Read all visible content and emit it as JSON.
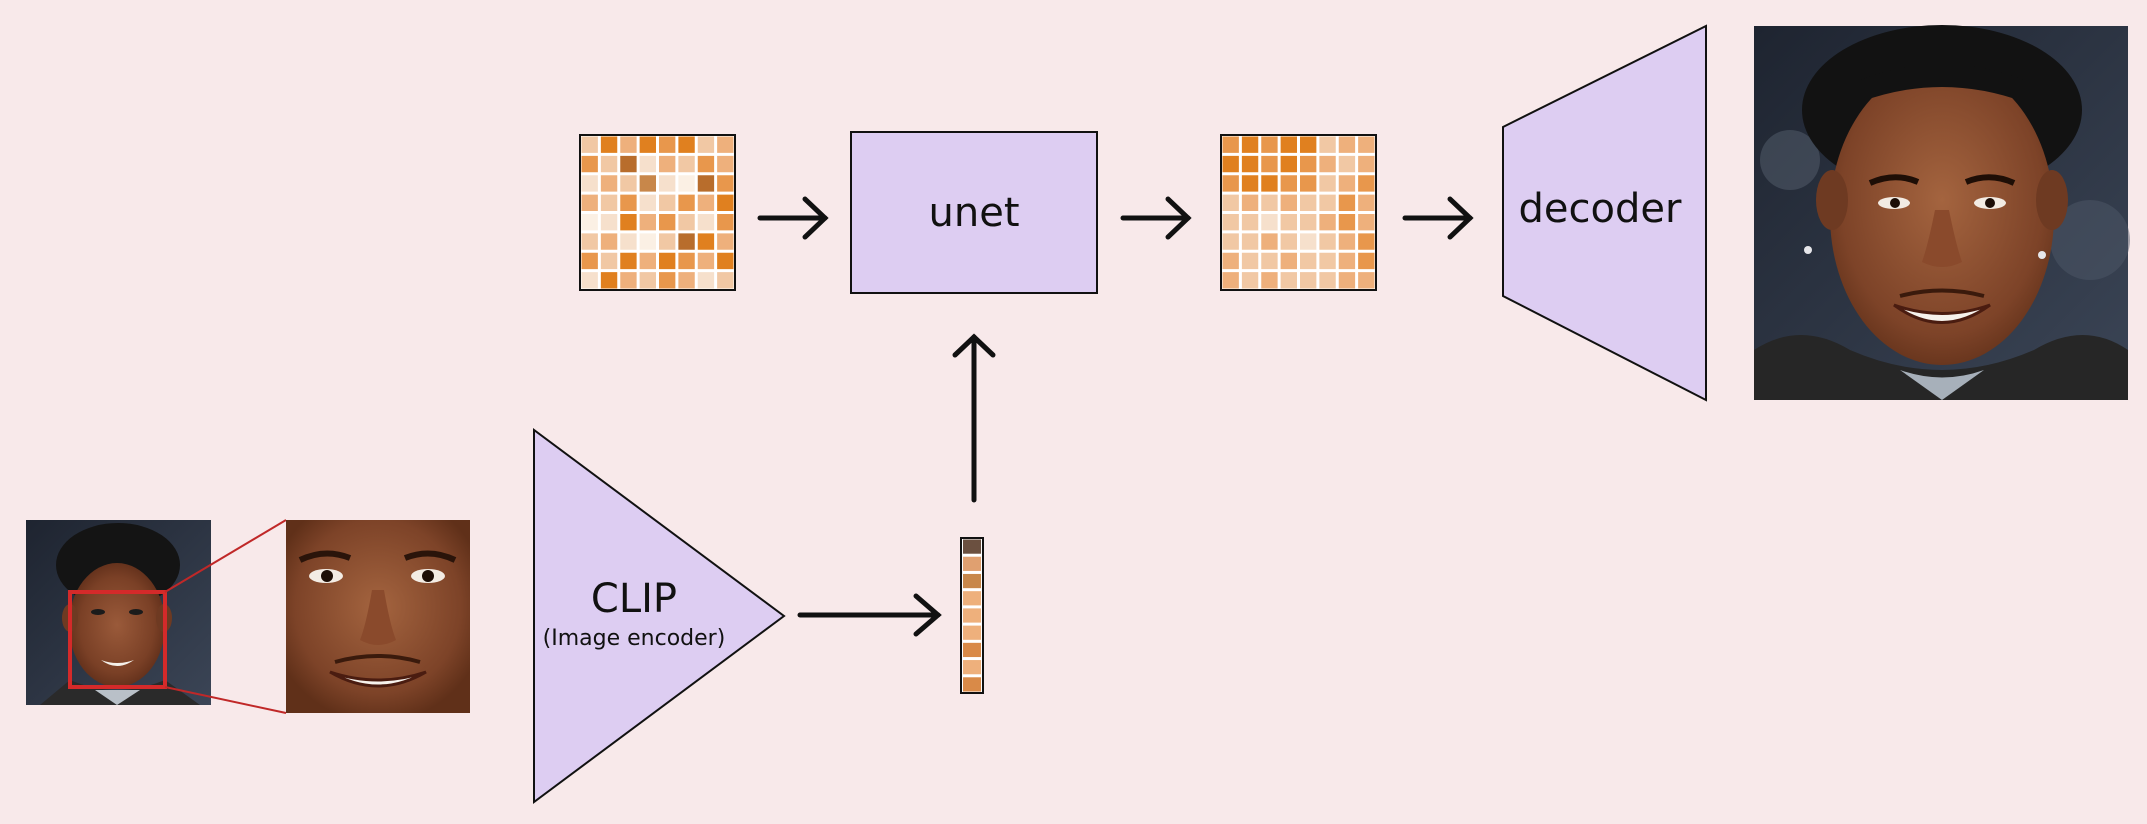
{
  "unet": {
    "label": "unet"
  },
  "decoder": {
    "label": "decoder"
  },
  "clip": {
    "label": "CLIP",
    "sublabel": "(Image encoder)"
  },
  "colors": {
    "background": "#f8e9ea",
    "block_fill": "#ddcdf2",
    "stroke": "#111111",
    "crop_box": "#d42a2a",
    "latent_palette": [
      "#e0801f",
      "#e8974c",
      "#eeb07c",
      "#f1c8a4",
      "#f6e0cc",
      "#fbf0e4",
      "#b86d2c",
      "#c8874a",
      "#e3cdb8"
    ]
  },
  "images": {
    "input_photo": "face-photo-small",
    "crop_zoom": "face-photo-crop",
    "output_photo": "face-photo-large"
  },
  "latent_input": [
    [
      3,
      0,
      2,
      0,
      1,
      0,
      3,
      2
    ],
    [
      1,
      3,
      6,
      4,
      2,
      3,
      1,
      2
    ],
    [
      4,
      2,
      3,
      7,
      4,
      5,
      6,
      1
    ],
    [
      2,
      3,
      1,
      4,
      3,
      1,
      2,
      0
    ],
    [
      5,
      4,
      0,
      2,
      1,
      3,
      4,
      1
    ],
    [
      3,
      2,
      4,
      5,
      3,
      6,
      0,
      2
    ],
    [
      1,
      3,
      0,
      2,
      0,
      1,
      2,
      0
    ],
    [
      4,
      0,
      2,
      3,
      1,
      2,
      4,
      3
    ]
  ],
  "latent_output": [
    [
      1,
      0,
      1,
      0,
      0,
      3,
      2,
      2
    ],
    [
      0,
      0,
      1,
      0,
      1,
      2,
      3,
      2
    ],
    [
      1,
      0,
      0,
      1,
      1,
      3,
      2,
      1
    ],
    [
      3,
      2,
      3,
      2,
      3,
      3,
      1,
      2
    ],
    [
      3,
      3,
      4,
      3,
      3,
      2,
      1,
      2
    ],
    [
      3,
      3,
      2,
      3,
      4,
      3,
      2,
      1
    ],
    [
      2,
      3,
      3,
      2,
      3,
      3,
      2,
      1
    ],
    [
      2,
      3,
      2,
      3,
      3,
      3,
      2,
      2
    ]
  ],
  "embedding": [
    8,
    7,
    4,
    2,
    2,
    2,
    1,
    2,
    1
  ]
}
